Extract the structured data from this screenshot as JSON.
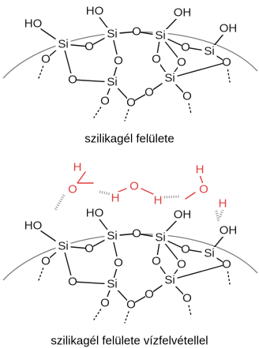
{
  "captions": {
    "top": "szilikagél felülete",
    "bottom": "szilikagél felülete vízfelvétellel"
  },
  "atoms": {
    "si": "Si",
    "o": "O",
    "ho": "HO",
    "oh": "OH",
    "h": "H"
  },
  "colors": {
    "atom_text": "#1a1a1a",
    "bond": "#1a1a1a",
    "surface": "#7f7f7f",
    "water": "#e0413f",
    "hydrogen_bond": "#a6a6a6",
    "background": "#ffffff"
  }
}
